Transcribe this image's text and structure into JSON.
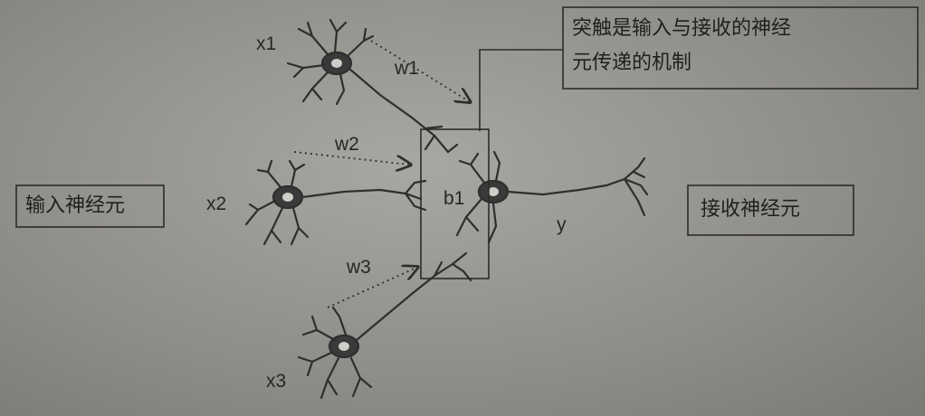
{
  "labels": {
    "input_neuron": "输入神经元",
    "output_neuron": "接收神经元",
    "synapse_note": "突触是输入与接收的神经元传递的机制",
    "synapse_note_line1": "突触是输入与接收的神经",
    "synapse_note_line2": "元传递的机制"
  },
  "inputs": [
    "x1",
    "x2",
    "x3"
  ],
  "weights": [
    "w1",
    "w2",
    "w3"
  ],
  "bias": "b1",
  "output": "y",
  "colors": {
    "ink": "#2a2a2a",
    "paper": "#9b9994"
  }
}
